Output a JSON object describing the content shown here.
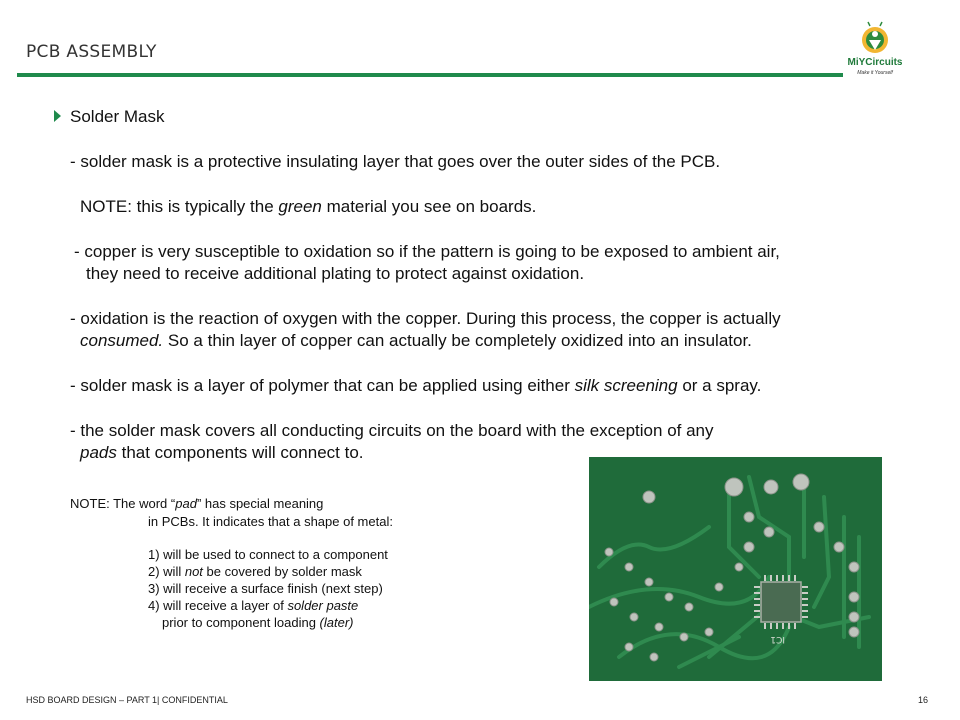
{
  "slide": {
    "title": "PCB ASSEMBLY",
    "logo_text": "MiYCircuits",
    "logo_tagline": "Make it Yourself",
    "bullet": "Solder Mask",
    "lines": {
      "l1": "- solder mask is a protective insulating layer that goes over the outer sides of the PCB.",
      "l2a": "NOTE:  this is typically the ",
      "l2b": "green",
      "l2c": " material you see on boards.",
      "l3a": "- copper is very susceptible to oxidation so if the pattern is going to be exposed to ambient air,",
      "l3b": "they need to receive additional plating to protect against oxidation.",
      "l4a": "- oxidation is the reaction of oxygen with the copper.  During this process, the copper is actually",
      "l4b": "consumed.",
      "l4c": "   So a thin layer of copper can actually be completely oxidized into an insulator.",
      "l5a": "- solder mask is a layer of polymer that can be applied using either ",
      "l5b": "silk screening",
      "l5c": " or a spray.",
      "l6a": "- the solder mask covers all conducting circuits on the board with the exception of any",
      "l6b": "pads",
      "l6c": " that components will connect to."
    },
    "note": {
      "n1a": "NOTE: The word “",
      "n1b": "pad",
      "n1c": "” has special meaning",
      "n2": "in PCBs.  It indicates that a shape of metal:",
      "i1": "1) will be used to connect to a component",
      "i2a": "2) will ",
      "i2b": "not",
      "i2c": " be covered by solder mask",
      "i3": "3) will receive a surface finish (next step)",
      "i4a": "4) will receive a layer of ",
      "i4b": "solder paste",
      "i5a": "prior to component loading ",
      "i5b": "(later)"
    },
    "image_label": "IC1",
    "footer": "HSD BOARD DESIGN – PART 1|  CONFIDENTIAL",
    "page_number": "16",
    "colors": {
      "accent": "#1f8a4c",
      "pcb": "#1f6b3a"
    }
  }
}
